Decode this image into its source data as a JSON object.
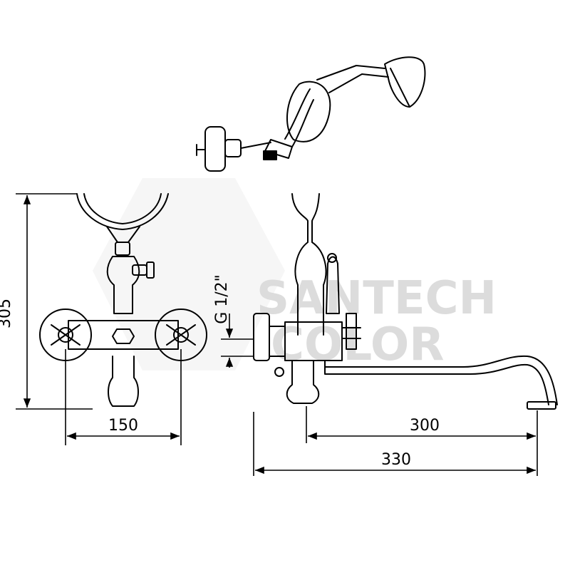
{
  "watermark": {
    "line1": "SANTECH",
    "line2": "COLOR"
  },
  "dimensions": {
    "height": "305",
    "handle_spacing": "150",
    "thread": "G 1/2\"",
    "spout_reach": "300",
    "overall_reach": "330"
  },
  "colors": {
    "line": "#000000",
    "watermark": "#dcdcdc",
    "background": "#ffffff"
  }
}
